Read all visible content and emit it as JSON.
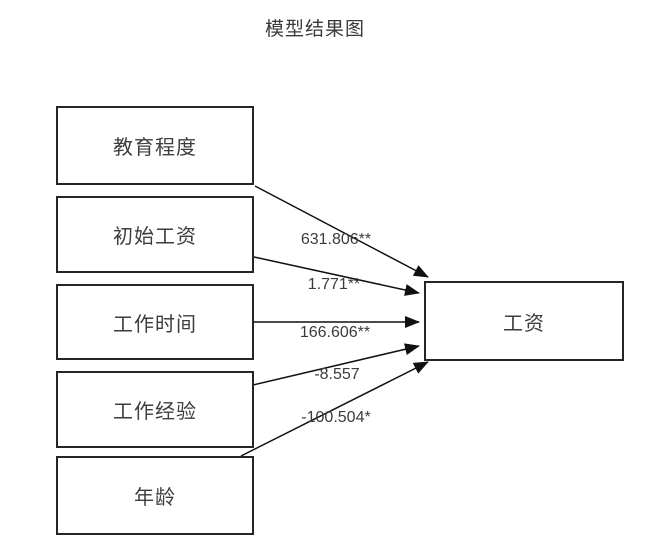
{
  "title": "模型结果图",
  "diagram": {
    "nodes": [
      {
        "id": "education",
        "label": "教育程度"
      },
      {
        "id": "initial-salary",
        "label": "初始工资"
      },
      {
        "id": "work-time",
        "label": "工作时间"
      },
      {
        "id": "work-experience",
        "label": "工作经验"
      },
      {
        "id": "age",
        "label": "年龄"
      },
      {
        "id": "salary",
        "label": "工资"
      }
    ],
    "edges": [
      {
        "from": "教育程度",
        "to": "工资",
        "coefficient": "631.806**"
      },
      {
        "from": "初始工资",
        "to": "工资",
        "coefficient": "1.771**"
      },
      {
        "from": "工作时间",
        "to": "工资",
        "coefficient": "166.606**"
      },
      {
        "from": "工作经验",
        "to": "工资",
        "coefficient": "-8.557"
      },
      {
        "from": "年龄",
        "to": "工资",
        "coefficient": "-100.504*"
      }
    ],
    "colors": {
      "background": "#ffffff",
      "box_border": "#262626",
      "arrow": "#111111",
      "text": "#3b3b3b"
    }
  }
}
